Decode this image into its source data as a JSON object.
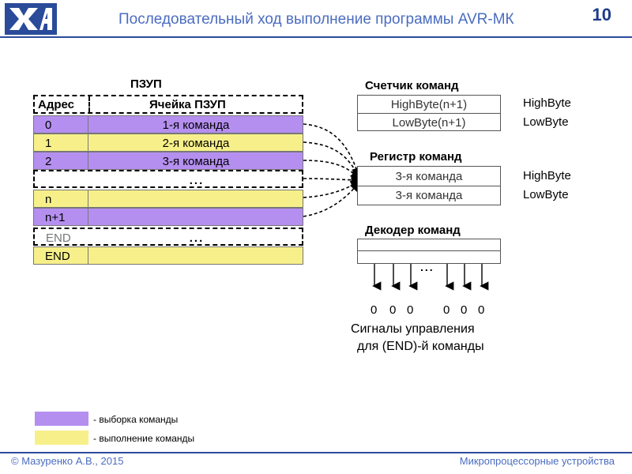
{
  "header": {
    "logo_text": "ХАИ",
    "title": "Последовательный ход выполнение программы AVR-МК",
    "slide_number": "10"
  },
  "rom": {
    "label": "ПЗУП",
    "col_address": "Адрес",
    "col_cell": "Ячейка ПЗУП",
    "rows": [
      {
        "addr": "0",
        "cell": "1-я команда"
      },
      {
        "addr": "1",
        "cell": "2-я команда"
      },
      {
        "addr": "2",
        "cell": "3-я команда"
      },
      {
        "addr": "",
        "cell": "..."
      },
      {
        "addr": "n",
        "cell": ""
      },
      {
        "addr": "n+1",
        "cell": ""
      },
      {
        "addr": "END",
        "cell": "..."
      },
      {
        "addr": "END",
        "cell": ""
      }
    ]
  },
  "pc": {
    "title": "Счетчик команд",
    "high": "HighByte(n+1)",
    "low": "LowByte(n+1)",
    "high_label": "HighByte",
    "low_label": "LowByte"
  },
  "ir": {
    "title": "Регистр команд",
    "high": "3-я команда",
    "low": "3-я команда",
    "high_label": "HighByte",
    "low_label": "LowByte"
  },
  "decoder": {
    "title": "Декодер команд",
    "dots": "...",
    "signals": [
      "0",
      "0",
      "0",
      "0",
      "0",
      "0"
    ],
    "caption_line1": "Сигналы управления",
    "caption_line2": "для (END)-й команды"
  },
  "legend": {
    "fetch": "- выборка команды",
    "execute": "- выполнение команды"
  },
  "footer": {
    "left": "© Мазуренко А.В., 2015",
    "right": "Микропроцессорные устройства"
  },
  "colors": {
    "fetch": "#b58ff0",
    "execute": "#f7f08a",
    "accent": "#2a4a9a"
  }
}
